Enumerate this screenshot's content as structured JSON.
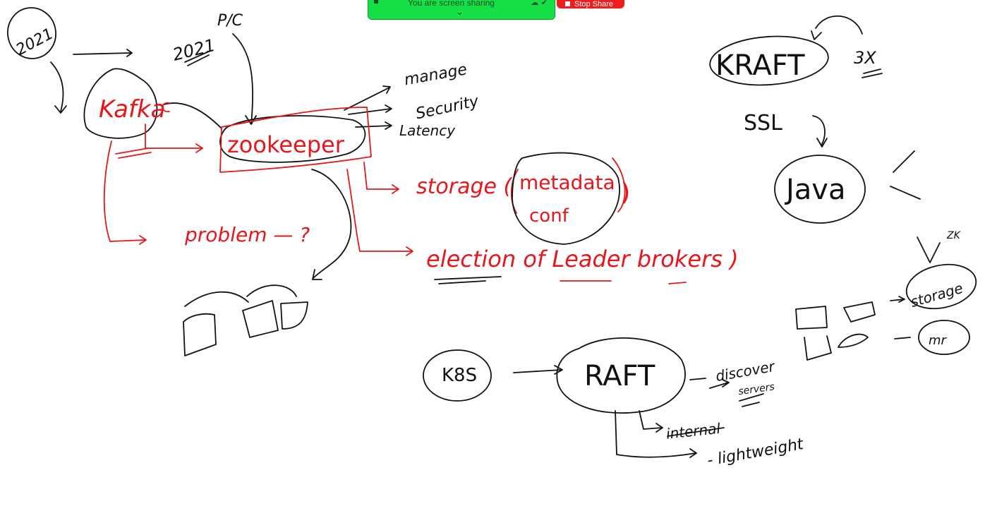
{
  "share_bar": {
    "text": "You are screen sharing",
    "chevron_icon": "chevron-down-icon",
    "status_icons": "cloud-icon shield-icon",
    "stop_label": "Stop Share",
    "bar_color": "#17e047",
    "stop_color": "#ef1d1d"
  },
  "colors": {
    "ink_black": "#111111",
    "ink_red": "#e8161b"
  },
  "whiteboard": {
    "year_circled": "2021",
    "year_underlined": "2021",
    "plc": "P/C",
    "kafka": "Kafka",
    "zookeeper": "zookeeper",
    "manage": "manage",
    "security": "Security",
    "latency": "Latency",
    "storage": "storage (",
    "metadata": "metadata",
    "conf": "conf",
    "close_paren": ")",
    "election": "election of Leader brokers )",
    "problem": "problem — ?",
    "kraft": "KRAFT",
    "three_x": "3X",
    "ssl": "SSL",
    "java": "Java",
    "zk_small": "ZK",
    "storage_right": "storage",
    "mr": "mr",
    "k8s": "K8S",
    "raft": "RAFT",
    "discover": "discover",
    "servers": "servers",
    "internal": "internal",
    "lightweight": "- lightweight"
  }
}
